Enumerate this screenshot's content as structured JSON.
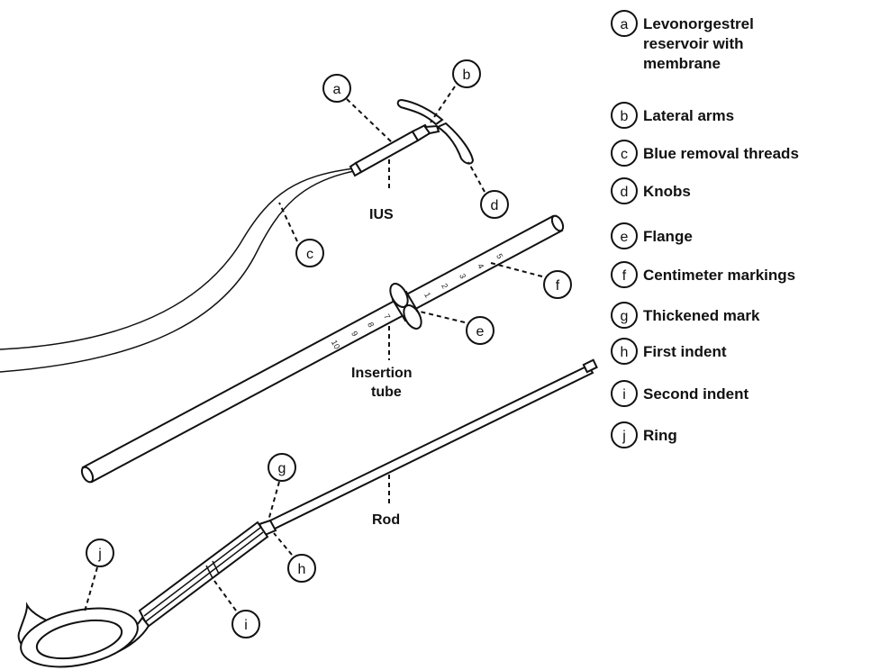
{
  "legend": [
    {
      "letter": "a",
      "lines": [
        "Levonorgestrel",
        "reservoir with",
        "membrane"
      ]
    },
    {
      "letter": "b",
      "lines": [
        "Lateral arms"
      ]
    },
    {
      "letter": "c",
      "lines": [
        "Blue removal threads"
      ]
    },
    {
      "letter": "d",
      "lines": [
        "Knobs"
      ]
    },
    {
      "letter": "e",
      "lines": [
        "Flange"
      ]
    },
    {
      "letter": "f",
      "lines": [
        "Centimeter markings"
      ]
    },
    {
      "letter": "g",
      "lines": [
        "Thickened mark"
      ]
    },
    {
      "letter": "h",
      "lines": [
        "First indent"
      ]
    },
    {
      "letter": "i",
      "lines": [
        "Second indent"
      ]
    },
    {
      "letter": "j",
      "lines": [
        "Ring"
      ]
    }
  ],
  "diagram_labels": {
    "ius": "IUS",
    "insertion_tube_line1": "Insertion",
    "insertion_tube_line2": "tube",
    "rod": "Rod"
  },
  "tube_markings": [
    "5",
    "4",
    "3",
    "2",
    "1",
    "7",
    "8",
    "9",
    "10"
  ]
}
